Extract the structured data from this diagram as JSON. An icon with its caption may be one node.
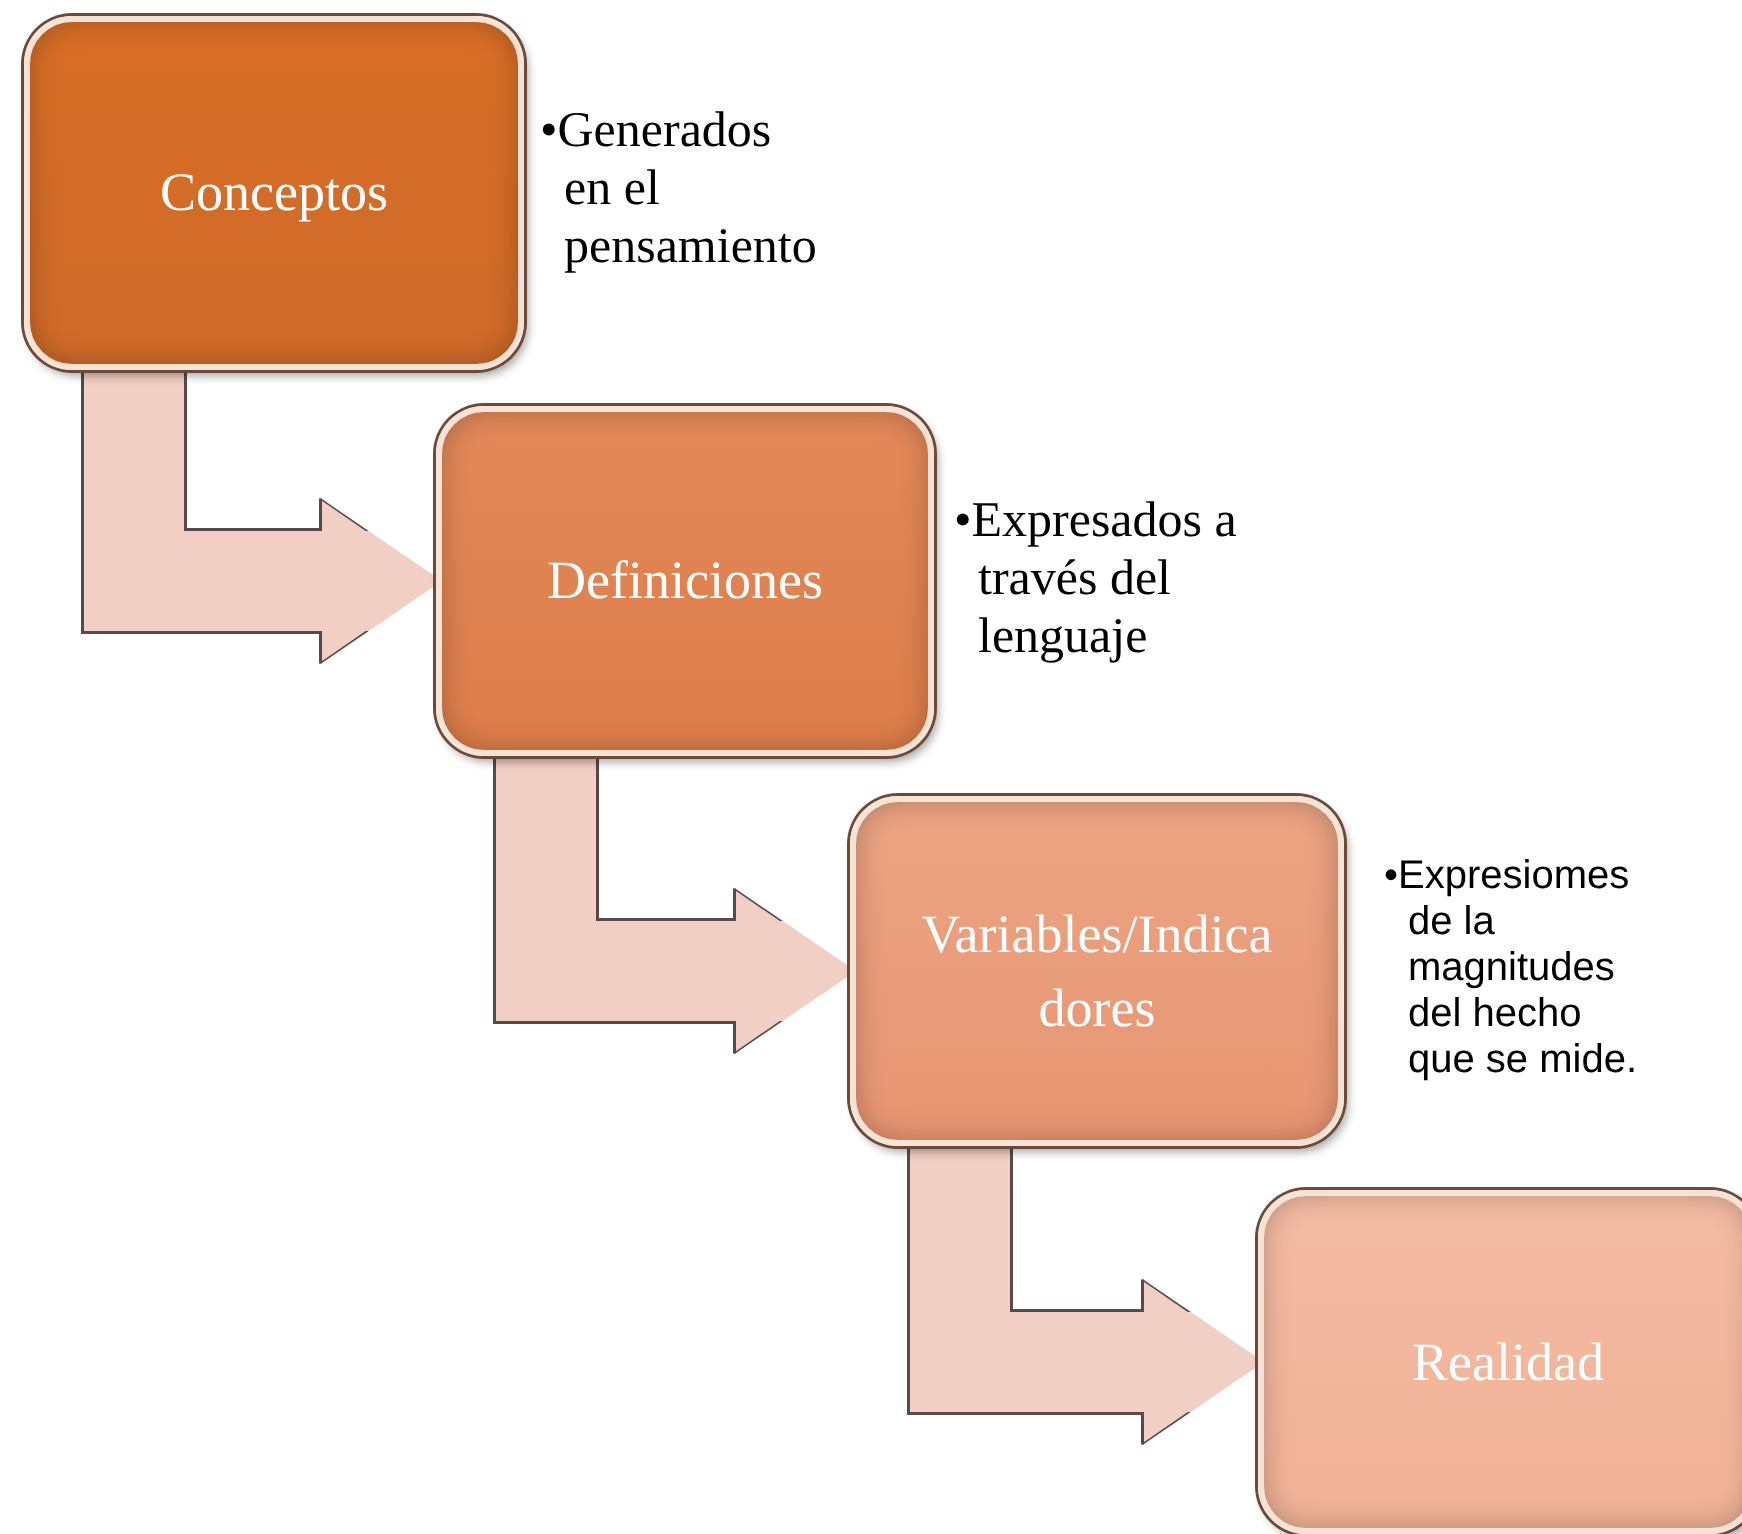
{
  "diagram": {
    "nodes": [
      {
        "text": [
          "Conceptos"
        ],
        "beside": [
          "•Generados en el pensamiento"
        ]
      },
      {
        "text": [
          "Definiciones"
        ],
        "beside": [
          "•Expresados a través del lenguaje"
        ]
      },
      {
        "text": [
          "Variables/Indica dores"
        ],
        "beside": [
          "•Expresiomes de la magnitudes del hecho que se mide."
        ]
      },
      {
        "text": [
          "Realidad"
        ]
      }
    ],
    "edges": [
      {
        "from": 0,
        "to": 1,
        "arrow": "to"
      },
      {
        "from": 1,
        "to": 2,
        "arrow": "to"
      },
      {
        "from": 2,
        "to": 3,
        "arrow": "to"
      }
    ]
  }
}
